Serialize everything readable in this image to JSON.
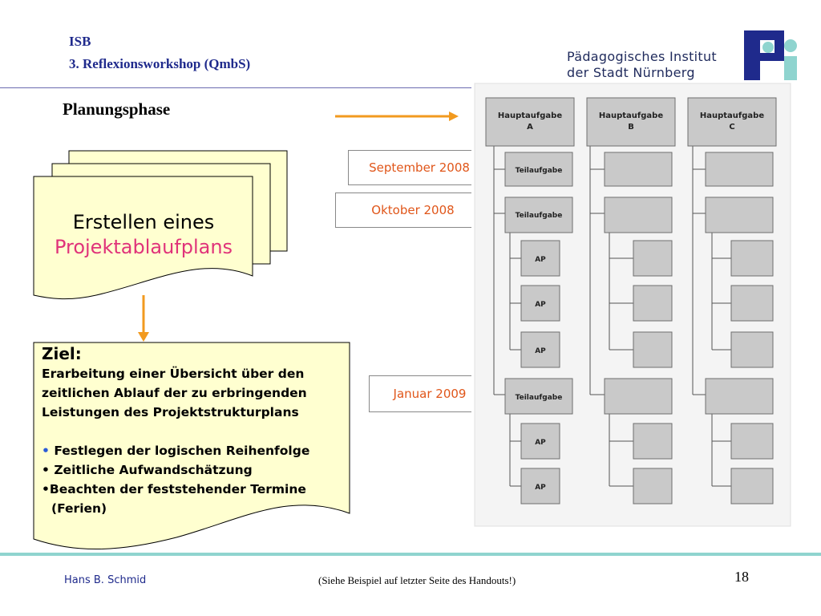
{
  "header": {
    "line1": "ISB",
    "line2": "3. Reflexionsworkshop (QmbS)"
  },
  "institute": {
    "line1": "Pädagogisches Institut",
    "line2": "der Stadt Nürnberg"
  },
  "phase_title": "Planungsphase",
  "plan_doc": {
    "line1": "Erstellen eines",
    "line2": "Projektablaufplans"
  },
  "dates": [
    "September 2008",
    "Oktober 2008",
    "Januar 2009"
  ],
  "goal": {
    "heading": "Ziel:",
    "lines": [
      "Erarbeitung einer Übersicht über den",
      "zeitlichen Ablauf der zu erbringenden",
      "Leistungen des Projektstrukturplans"
    ],
    "bullets": [
      {
        "marker": "•",
        "text": " Festlegen der logischen Reihenfolge"
      },
      {
        "marker": "•",
        "text": " Zeitliche Aufwandschätzung"
      },
      {
        "marker": "•",
        "text": "Beachten der feststehender Termine"
      }
    ],
    "continuation": "(Ferien)"
  },
  "chart": {
    "top_a1": "Hauptaufgabe",
    "top_a2": "A",
    "top_b1": "Hauptaufgabe",
    "top_b2": "B",
    "top_c1": "Hauptaufgabe",
    "top_c2": "C",
    "teil": "Teilaufgabe",
    "ap": "AP"
  },
  "footer": {
    "name": "Hans B. Schmid",
    "note": "(Siehe Beispiel auf letzter Seite des Handouts!)",
    "page": "18"
  },
  "colors": {
    "accent": "#f29a1f",
    "navy": "#1f2a8c",
    "doc_fill": "#ffffd0",
    "highlight": "#e0337a",
    "date_text": "#e0561a"
  }
}
